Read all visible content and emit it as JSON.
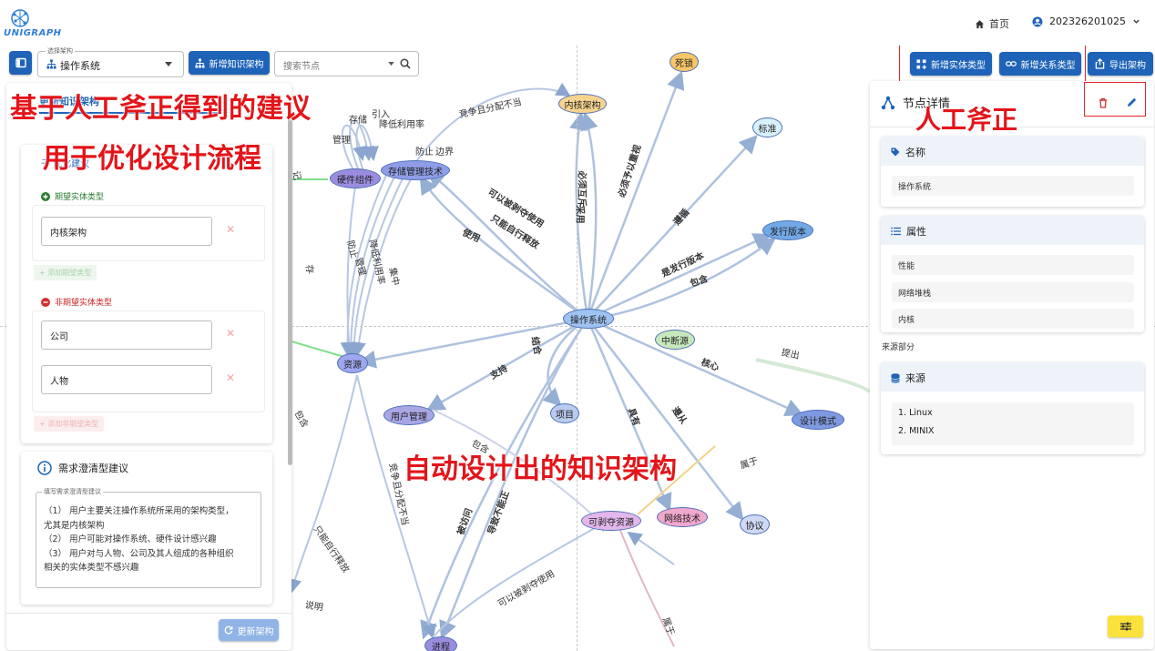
{
  "app": {
    "logo_text": "UNIGRAPH"
  },
  "header": {
    "home_label": "首页",
    "username": "202326201025"
  },
  "toolbar": {
    "select_arch_label": "选择架构",
    "select_arch_value": "操作系统",
    "new_arch_label": "新增知识架构",
    "search_placeholder": "搜索节点",
    "new_entity_type_label": "新增实体类型",
    "new_relation_type_label": "新增关系类型",
    "export_label": "导出架构"
  },
  "left_panel": {
    "tab_title_partial": "更新知识架构",
    "suggest_title_partial": "子 优化建议",
    "expected_title": "期望实体类型",
    "expected_items": [
      "内核架构"
    ],
    "add_expected": "+ 添加期望类型",
    "unexpected_title": "非期望实体类型",
    "unexpected_items": [
      "公司",
      "人物"
    ],
    "add_unexpected": "+ 添加非期望类型",
    "clarify_title": "需求澄清型建议",
    "clarify_legend": "填写需求澄清型建议",
    "clarify_lines": [
      "（1） 用户主要关注操作系统所采用的架构类型，",
      "尤其是内核架构",
      "（2） 用户可能对操作系统、硬件设计感兴趣",
      "（3） 用户对与人物、公司及其人组成的各种组织",
      "相关的实体类型不感兴趣"
    ],
    "update_button": "更新架构"
  },
  "right_panel": {
    "title": "节点详情",
    "name_section": "名称",
    "name_value": "操作系统",
    "attr_section": "属性",
    "attributes": [
      "性能",
      "网络堆栈",
      "内核"
    ],
    "source_part_label": "来源部分",
    "source_section": "来源",
    "sources": [
      "1.  Linux",
      "2.  MINIX"
    ]
  },
  "annotations": {
    "left_title": "基于人工斧正得到的建议",
    "left_subtitle": "用于优化设计流程",
    "right_title": "人工斧正",
    "center_title": "自动设计出的知识架构"
  },
  "graph": {
    "nodes": {
      "os": "操作系统",
      "deadlock": "死锁",
      "kernel": "内核架构",
      "standard": "标准",
      "release": "发行版本",
      "storage": "存储管理技术",
      "hardware": "硬件组件",
      "resource": "资源",
      "user_mgmt": "用户管理",
      "project": "项目",
      "interrupt": "中断源",
      "design": "设计模式",
      "preempt": "可剥夺资源",
      "network": "网络技术",
      "protocol": "协议",
      "process": "进程"
    },
    "edge_labels": [
      "竞争且分配不当",
      "存储",
      "引入",
      "降低利用率",
      "管理",
      "防止",
      "边界",
      "可以被剥夺使用",
      "只能自行释放",
      "使用",
      "采用",
      "必须互斥",
      "必须予以重视",
      "遵循",
      "是发行版本",
      "包含",
      "防止",
      "管理",
      "降低利用率",
      "集中",
      "结合",
      "支持",
      "核心",
      "提出",
      "具有",
      "遵从",
      "属于",
      "包含",
      "竞争且分配不当",
      "被访问",
      "导致不能正",
      "只能自行释放",
      "可以被剥夺使用",
      "说明",
      "属于",
      "包含",
      "存",
      "记"
    ]
  },
  "colors": {
    "primary": "#1e63b8",
    "annotation": "#e3151a",
    "fab": "#fbe13c"
  }
}
